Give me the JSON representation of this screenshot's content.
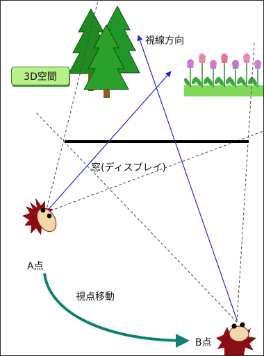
{
  "labels": {
    "space_3d": "3D空間",
    "view_direction": "視線方向",
    "window_display": "窓(ディスプレイ)",
    "point_a": "A点",
    "point_b": "B点",
    "viewpoint_move": "視点移動"
  },
  "icons": {
    "trees": "tree-cluster-icon",
    "flowers": "tulip-row-icon",
    "viewer_a": "viewer-head-icon",
    "viewer_b": "viewer-head-icon"
  },
  "colors": {
    "sight_lines": "#2323e0",
    "frustum_lines": "#444444",
    "window_bar": "#000000",
    "move_arrow": "#0f7f73",
    "badge_fill": "#b8f08a",
    "tree_green": "#1f8a1f",
    "grass": "#7ed957"
  }
}
